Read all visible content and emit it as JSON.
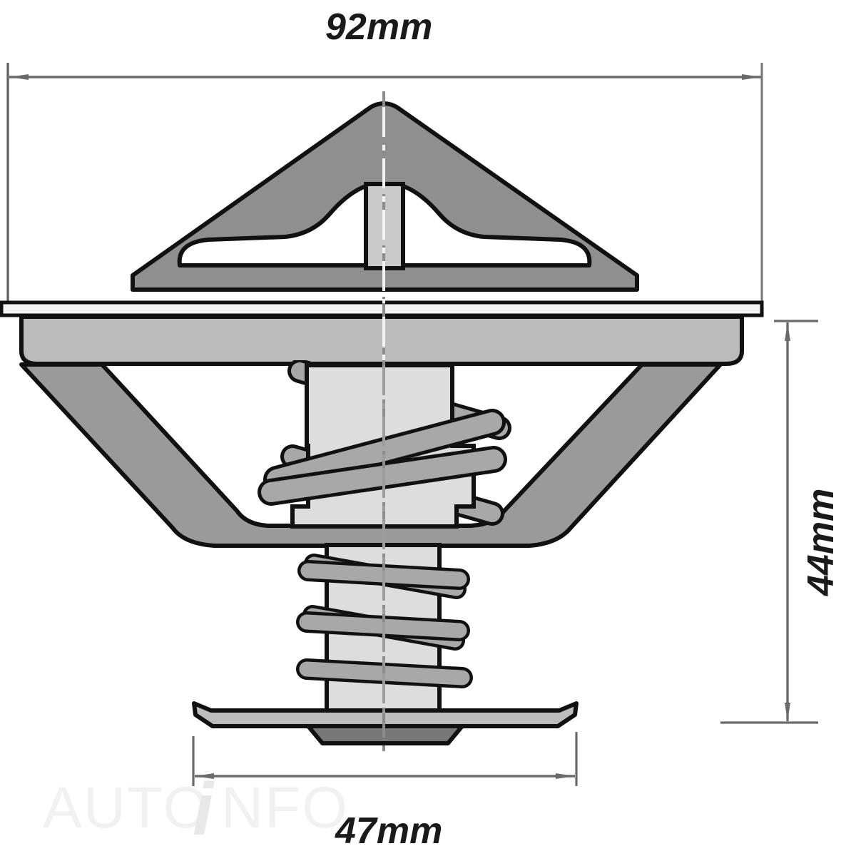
{
  "figure": {
    "title": "Thermostat cross-section technical drawing",
    "background_color": "#ffffff",
    "outline_color": "#111111",
    "centerline_color": "#6a6a6a",
    "dimension_line_color": "#6a6a6a"
  },
  "dimensions": {
    "width": {
      "label": "92mm",
      "orientation": "horizontal",
      "position": "top"
    },
    "height": {
      "label": "44mm",
      "orientation": "vertical",
      "position": "right"
    },
    "valve_diameter": {
      "label": "47mm",
      "orientation": "horizontal",
      "position": "bottom"
    }
  },
  "watermark": {
    "prefix": "AUTO",
    "accent": "i",
    "suffix": "NFO",
    "color": "#f1f1f1"
  },
  "palette": {
    "frame_gray": "#8f8f8f",
    "flange_gray": "#bbbbbb",
    "cone_gray": "#9a9a9a",
    "spring_gray": "#a8a8a8",
    "piston_light": "#dddddd",
    "boss_dark": "#787878",
    "rim_white": "#f4f4f4",
    "stroke": "#111111"
  },
  "parts": [
    {
      "name": "top-bracket",
      "description": "Triangular mounting frame with two wing cutouts"
    },
    {
      "name": "center-pin",
      "description": "Vertical pin at top center"
    },
    {
      "name": "upper-flange",
      "description": "Flat circular mounting flange"
    },
    {
      "name": "cone-body",
      "description": "Conical thermostat body wall"
    },
    {
      "name": "upper-spring",
      "description": "Large coil spring, 2 visible coils"
    },
    {
      "name": "wax-piston",
      "description": "Stepped cylindrical wax element"
    },
    {
      "name": "lower-spring",
      "description": "Small coil spring, 3 visible coils"
    },
    {
      "name": "valve-plate",
      "description": "Bottom valve disc with upturned rim"
    },
    {
      "name": "valve-boss",
      "description": "Dark trapezoidal boss under valve plate"
    },
    {
      "name": "centerline",
      "description": "Dash-dot vertical axis of symmetry"
    }
  ]
}
